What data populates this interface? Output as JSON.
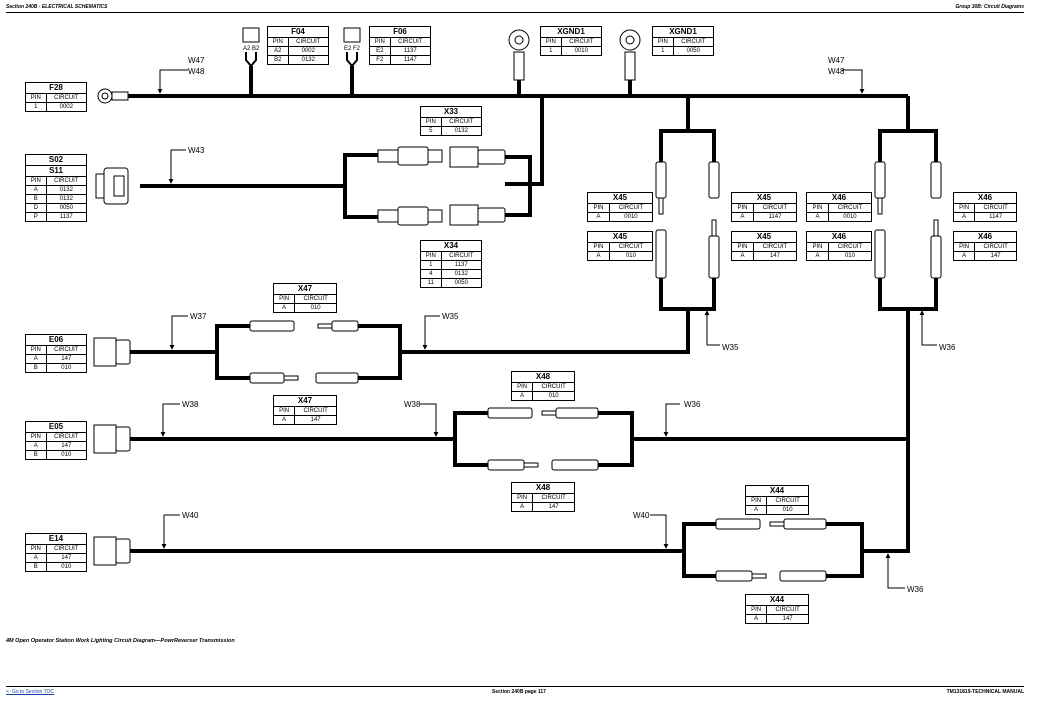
{
  "header": {
    "left": "Section 240B - ELECTRICAL SCHEMATICS",
    "right": "Group 30B: Circuit Diagrams"
  },
  "caption": "4M Open Operator Station Work Lighting Circuit Diagram—PowrReverser Transmission",
  "footer": {
    "toc_link": "<- Go to Section TOC",
    "page": "Section 240B page 117",
    "manual": "TM131819-TECHNICAL MANUAL"
  },
  "wire_labels": {
    "w47_left": "W47",
    "w48_left": "W48",
    "w47_right": "W47",
    "w48_right": "W48",
    "w43": "W43",
    "w37": "W37",
    "w35_mid": "W35",
    "w35_right": "W35",
    "w36_upper": "W36",
    "w38_left": "W38",
    "w38_mid": "W38",
    "w36_mid": "W36",
    "w40_left": "W40",
    "w40_mid": "W40",
    "w36_lower": "W36"
  },
  "fuse_pin_labels": {
    "f04_a2": "A2",
    "f04_b2": "B2",
    "f06_e2": "E2",
    "f06_f2": "F2"
  },
  "connectors": {
    "f28": {
      "title": "F28",
      "col_pin": "PIN",
      "col_circuit": "CIRCUIT",
      "rows": [
        [
          "1",
          "0002"
        ]
      ]
    },
    "f04": {
      "title": "F04",
      "col_pin": "PIN",
      "col_circuit": "CIRCUIT",
      "rows": [
        [
          "A2",
          "0002"
        ],
        [
          "B2",
          "0132"
        ]
      ]
    },
    "f06": {
      "title": "F06",
      "col_pin": "PIN",
      "col_circuit": "CIRCUIT",
      "rows": [
        [
          "E2",
          "1137"
        ],
        [
          "F2",
          "1147"
        ]
      ]
    },
    "xgnd1_a": {
      "title": "XGND1",
      "col_pin": "PIN",
      "col_circuit": "CIRCUIT",
      "rows": [
        [
          "1",
          "0010"
        ]
      ]
    },
    "xgnd1_b": {
      "title": "XGND1",
      "col_pin": "PIN",
      "col_circuit": "CIRCUIT",
      "rows": [
        [
          "1",
          "0050"
        ]
      ]
    },
    "s02": {
      "title": "S02",
      "subtitle": "S11",
      "col_pin": "PIN",
      "col_circuit": "CIRCUIT",
      "rows": [
        [
          "A",
          "0132"
        ],
        [
          "B",
          "0132"
        ],
        [
          "D",
          "0050"
        ],
        [
          "P",
          "1137"
        ]
      ]
    },
    "x33": {
      "title": "X33",
      "col_pin": "PIN",
      "col_circuit": "CIRCUIT",
      "rows": [
        [
          "5",
          "0132"
        ]
      ]
    },
    "x34": {
      "title": "X34",
      "col_pin": "PIN",
      "col_circuit": "CIRCUIT",
      "rows": [
        [
          "1",
          "1137"
        ],
        [
          "4",
          "0132"
        ],
        [
          "11",
          "0050"
        ]
      ]
    },
    "x45_a": {
      "title": "X45",
      "col_pin": "PIN",
      "col_circuit": "CIRCUIT",
      "rows": [
        [
          "A",
          "0010"
        ]
      ]
    },
    "x45_b": {
      "title": "X45",
      "col_pin": "PIN",
      "col_circuit": "CIRCUIT",
      "rows": [
        [
          "A",
          "010"
        ]
      ]
    },
    "x45_c": {
      "title": "X45",
      "col_pin": "PIN",
      "col_circuit": "CIRCUIT",
      "rows": [
        [
          "A",
          "1147"
        ]
      ]
    },
    "x45_d": {
      "title": "X45",
      "col_pin": "PIN",
      "col_circuit": "CIRCUIT",
      "rows": [
        [
          "A",
          "147"
        ]
      ]
    },
    "x46_a": {
      "title": "X46",
      "col_pin": "PIN",
      "col_circuit": "CIRCUIT",
      "rows": [
        [
          "A",
          "0010"
        ]
      ]
    },
    "x46_b": {
      "title": "X46",
      "col_pin": "PIN",
      "col_circuit": "CIRCUIT",
      "rows": [
        [
          "A",
          "010"
        ]
      ]
    },
    "x46_c": {
      "title": "X46",
      "col_pin": "PIN",
      "col_circuit": "CIRCUIT",
      "rows": [
        [
          "A",
          "1147"
        ]
      ]
    },
    "x46_d": {
      "title": "X46",
      "col_pin": "PIN",
      "col_circuit": "CIRCUIT",
      "rows": [
        [
          "A",
          "147"
        ]
      ]
    },
    "x47_a": {
      "title": "X47",
      "col_pin": "PIN",
      "col_circuit": "CIRCUIT",
      "rows": [
        [
          "A",
          "010"
        ]
      ]
    },
    "x47_b": {
      "title": "X47",
      "col_pin": "PIN",
      "col_circuit": "CIRCUIT",
      "rows": [
        [
          "A",
          "147"
        ]
      ]
    },
    "x48_a": {
      "title": "X48",
      "col_pin": "PIN",
      "col_circuit": "CIRCUIT",
      "rows": [
        [
          "A",
          "010"
        ]
      ]
    },
    "x48_b": {
      "title": "X48",
      "col_pin": "PIN",
      "col_circuit": "CIRCUIT",
      "rows": [
        [
          "A",
          "147"
        ]
      ]
    },
    "x44_a": {
      "title": "X44",
      "col_pin": "PIN",
      "col_circuit": "CIRCUIT",
      "rows": [
        [
          "A",
          "010"
        ]
      ]
    },
    "x44_b": {
      "title": "X44",
      "col_pin": "PIN",
      "col_circuit": "CIRCUIT",
      "rows": [
        [
          "A",
          "147"
        ]
      ]
    },
    "e06": {
      "title": "E06",
      "col_pin": "PIN",
      "col_circuit": "CIRCUIT",
      "rows": [
        [
          "A",
          "147"
        ],
        [
          "B",
          "010"
        ]
      ]
    },
    "e05": {
      "title": "E05",
      "col_pin": "PIN",
      "col_circuit": "CIRCUIT",
      "rows": [
        [
          "A",
          "147"
        ],
        [
          "B",
          "010"
        ]
      ]
    },
    "e14": {
      "title": "E14",
      "col_pin": "PIN",
      "col_circuit": "CIRCUIT",
      "rows": [
        [
          "A",
          "147"
        ],
        [
          "B",
          "010"
        ]
      ]
    }
  }
}
